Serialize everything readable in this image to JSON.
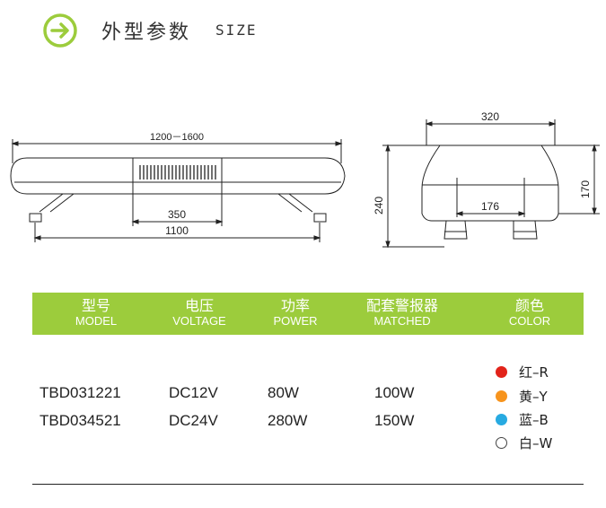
{
  "header": {
    "title": "外型参数",
    "subtitle": "SIZE",
    "accent_color": "#9ccc3c",
    "icon": "arrow-right-circle-icon"
  },
  "front_view": {
    "overall_length": "1200－1600",
    "center_width": "350",
    "mount_span": "1100"
  },
  "side_view": {
    "top_width": "320",
    "height_total": "240",
    "height_body": "170",
    "base_width": "176"
  },
  "table": {
    "band_color": "#9ccc3c",
    "headers": [
      {
        "cn": "型号",
        "en": "MODEL"
      },
      {
        "cn": "电压",
        "en": "VOLTAGE"
      },
      {
        "cn": "功率",
        "en": "POWER"
      },
      {
        "cn": "配套警报器",
        "en": "MATCHED"
      },
      {
        "cn": "颜色",
        "en": "COLOR"
      }
    ],
    "rows": [
      {
        "model": "TBD031221",
        "voltage": "DC12V",
        "power": "80W",
        "matched": "100W"
      },
      {
        "model": "TBD034521",
        "voltage": "DC24V",
        "power": "280W",
        "matched": "150W"
      }
    ],
    "colors": [
      {
        "label": "红–R",
        "swatch": "#e2231a"
      },
      {
        "label": "黄–Y",
        "swatch": "#f7941d"
      },
      {
        "label": "蓝–B",
        "swatch": "#27aae1"
      },
      {
        "label": "白–W",
        "swatch": "#ffffff"
      }
    ]
  }
}
